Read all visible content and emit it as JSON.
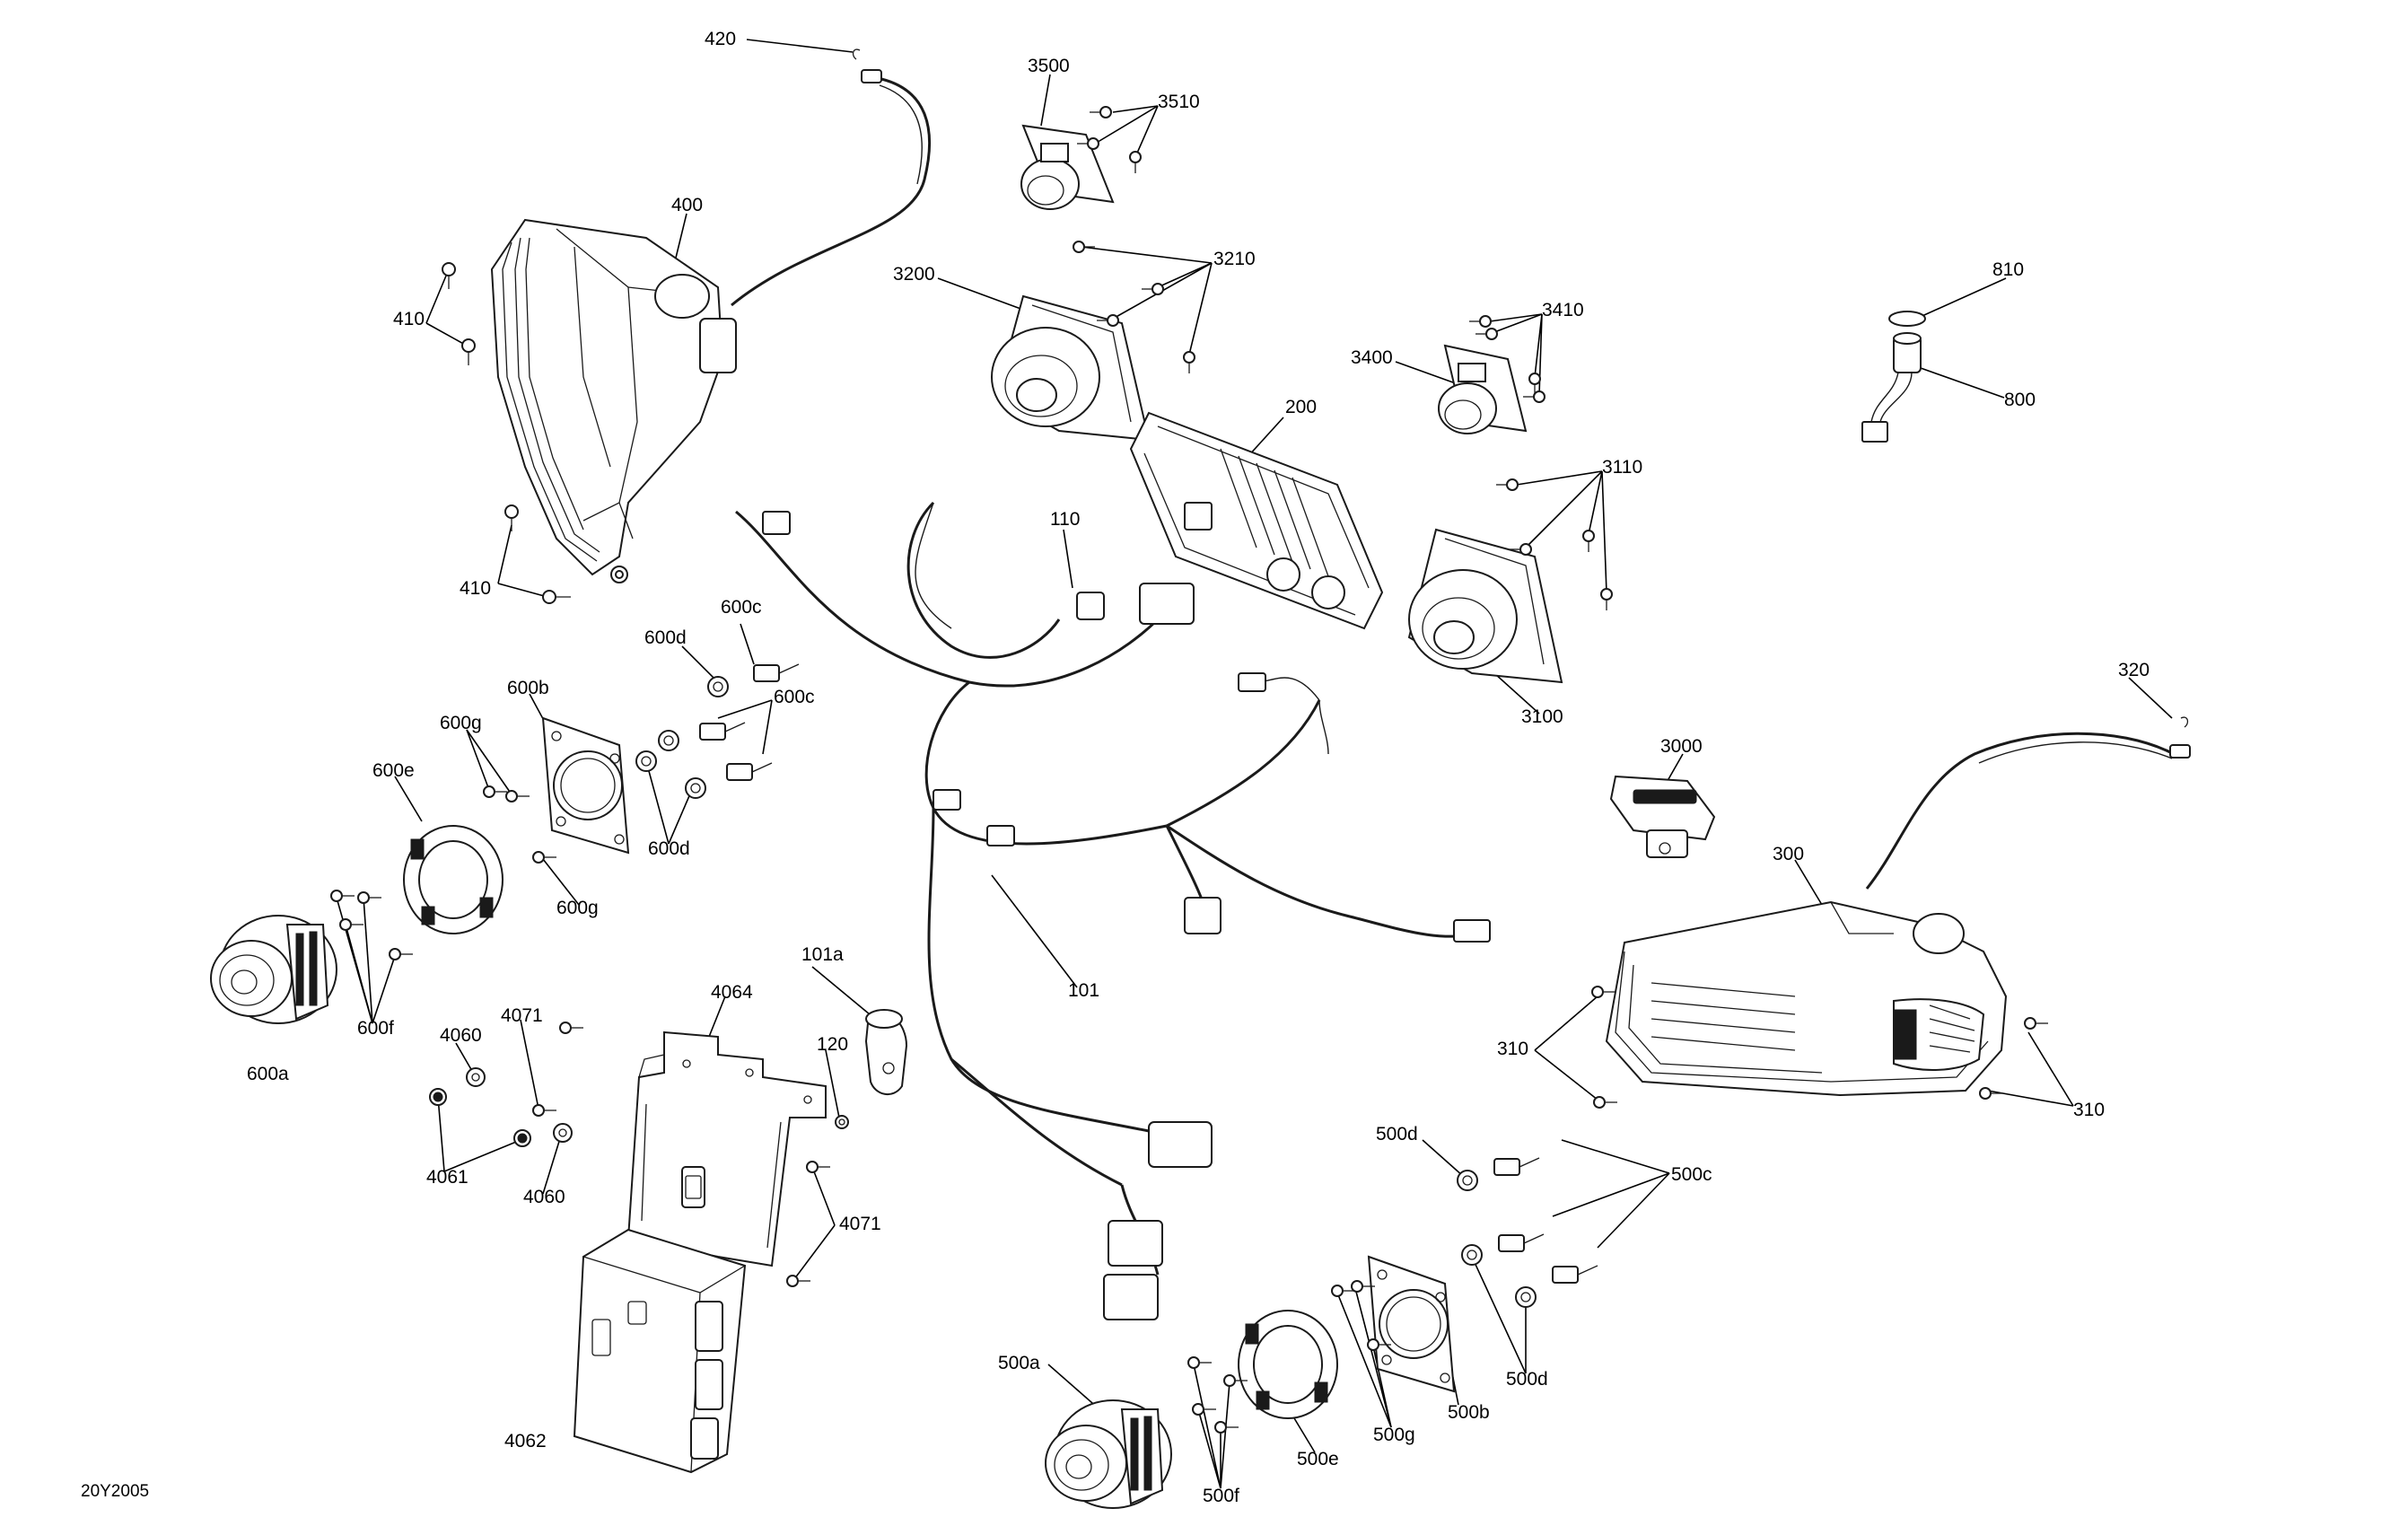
{
  "diagram": {
    "code": "20Y2005",
    "callouts": {
      "c420": "420",
      "c3500": "3500",
      "c3510": "3510",
      "c400": "400",
      "c3200": "3200",
      "c3210": "3210",
      "c810": "810",
      "c410a": "410",
      "c3410": "3410",
      "c3400": "3400",
      "c800": "800",
      "c200": "200",
      "c3110": "3110",
      "c110": "110",
      "c410b": "410",
      "c600c_a": "600c",
      "c600d_a": "600d",
      "c600c_b": "600c",
      "c600b": "600b",
      "c600g_a": "600g",
      "c3100": "3100",
      "c320": "320",
      "c600e": "600e",
      "c3000": "3000",
      "c600d_b": "600d",
      "c300": "300",
      "c600g_b": "600g",
      "c101": "101",
      "c101a": "101a",
      "c4064": "4064",
      "c4071_a": "4071",
      "c4060_a": "4060",
      "c120": "120",
      "c600f": "600f",
      "c310a": "310",
      "c310b": "310",
      "c600a": "600a",
      "c500d_a": "500d",
      "c500c": "500c",
      "c4061": "4061",
      "c4060_b": "4060",
      "c4071_b": "4071",
      "c500d_b": "500d",
      "c500a": "500a",
      "c500b": "500b",
      "c500g": "500g",
      "c4062": "4062",
      "c500e": "500e",
      "c500f": "500f"
    }
  }
}
